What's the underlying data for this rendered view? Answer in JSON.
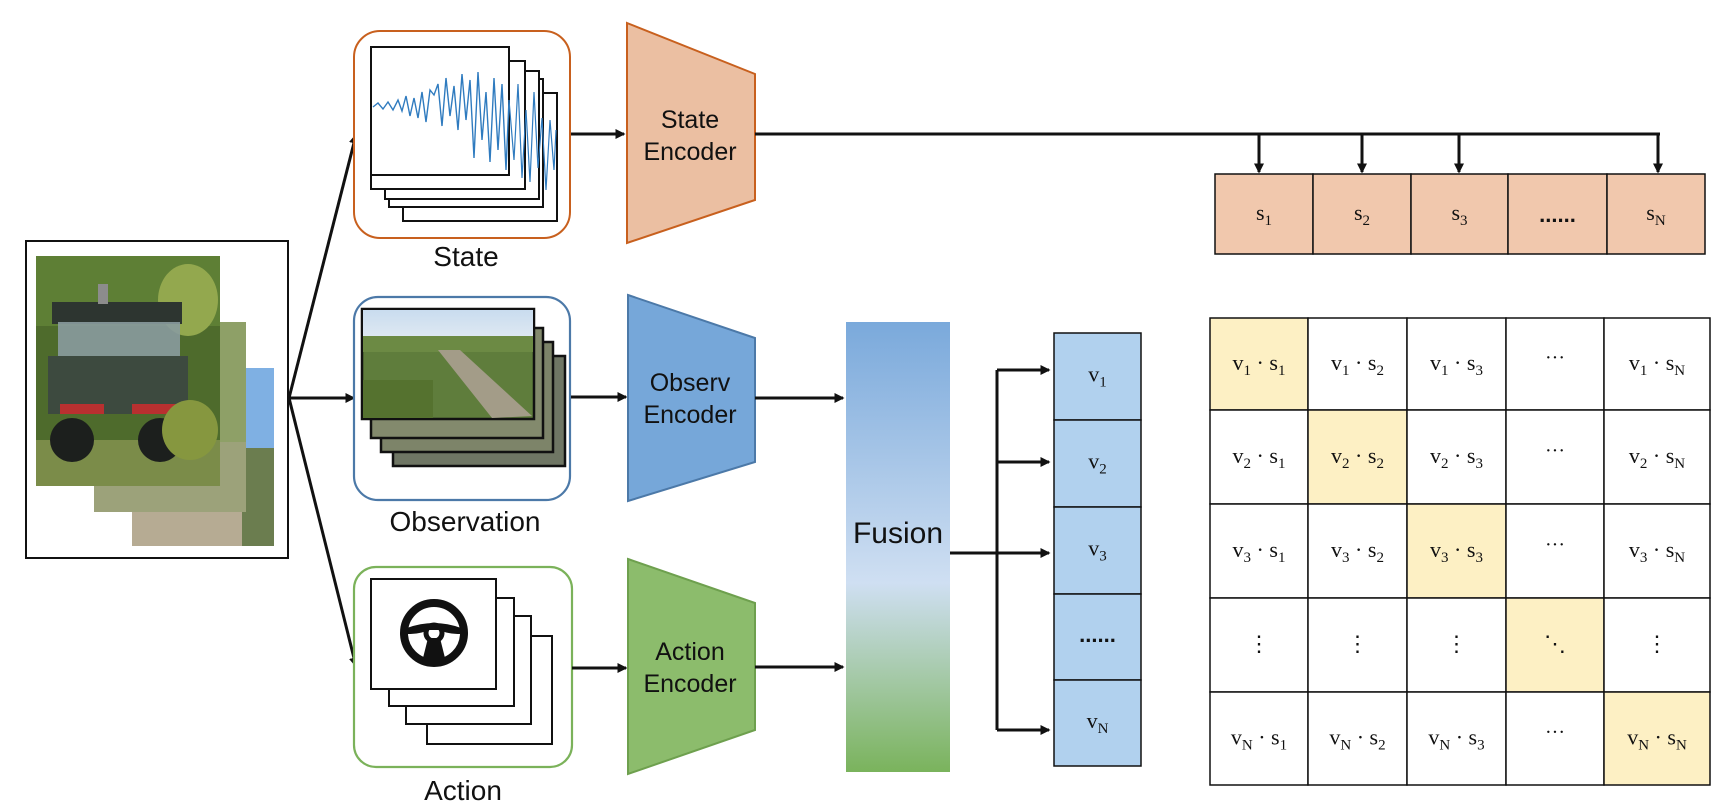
{
  "inputs": {
    "state_label": "State",
    "observation_label": "Observation",
    "action_label": "Action"
  },
  "encoders": {
    "state": [
      "State",
      "Encoder"
    ],
    "observ": [
      "Observ",
      "Encoder"
    ],
    "action": [
      "Action",
      "Encoder"
    ]
  },
  "fusion_label": "Fusion",
  "state_tokens": [
    "s",
    "s",
    "s",
    "......",
    "s"
  ],
  "state_subscripts": [
    "1",
    "2",
    "3",
    "",
    "N"
  ],
  "fused_tokens": [
    "v",
    "v",
    "v",
    "......",
    "v"
  ],
  "fused_subscripts": [
    "1",
    "2",
    "3",
    "",
    "N"
  ],
  "matrix": {
    "rows": [
      "1",
      "2",
      "3",
      "⋮",
      "N"
    ],
    "cols": [
      "1",
      "2",
      "3",
      "…",
      "N"
    ],
    "dot": "·",
    "ellipsis_h": "···",
    "ellipsis_v": "⋮",
    "ellipsis_d": "⋱"
  },
  "colors": {
    "state": "#ebbfa2",
    "state_border": "#c8601e",
    "observ": "#76a7d9",
    "observ_border": "#4c79a8",
    "action": "#8cbc6c",
    "action_border": "#7bb25a",
    "token_state": "#f1c8ad",
    "token_fused": "#b1d1ee",
    "highlight": "#fdf0c4"
  },
  "icons": [
    "off-road-vehicle-photo",
    "state-signal-plot",
    "terrain-observation-photo",
    "steering-wheel-icon"
  ]
}
